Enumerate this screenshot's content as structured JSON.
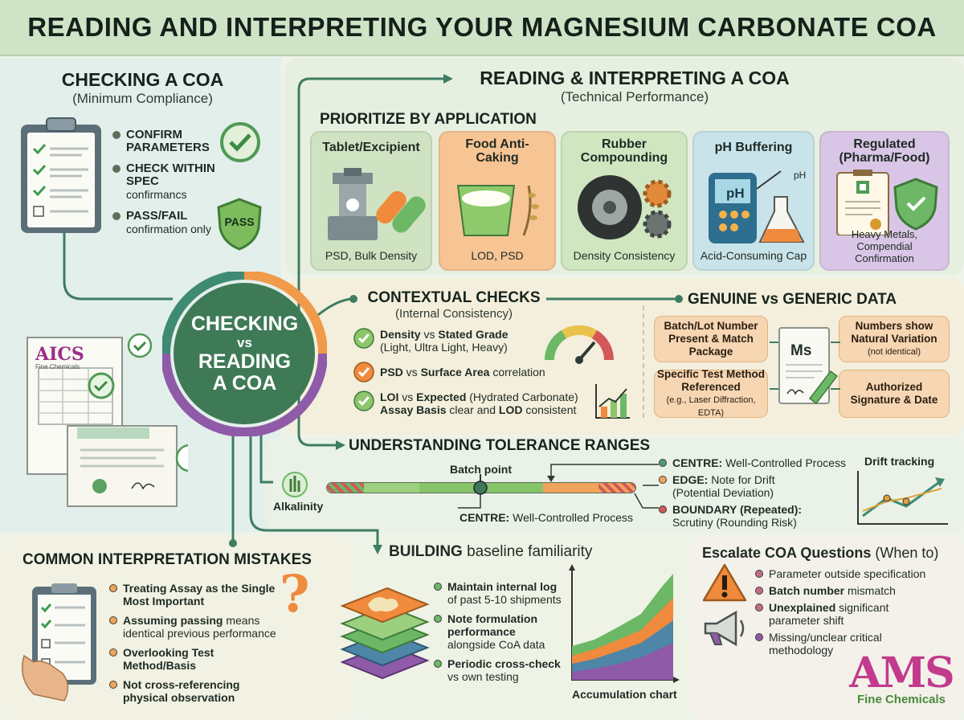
{
  "title": "READING AND INTERPRETING YOUR MAGNESIUM CARBONATE COA",
  "checking": {
    "heading": "CHECKING A COA",
    "sub": "(Minimum Compliance)",
    "items": [
      {
        "bold": "CONFIRM PARAMETERS",
        "rest": ""
      },
      {
        "bold": "CHECK WITHIN SPEC",
        "rest": "confirmancs"
      },
      {
        "bold": "PASS/FAIL",
        "rest": "confirmation only"
      }
    ],
    "badge": "PASS"
  },
  "hub": {
    "line1": "CHECKING",
    "line2": "vs",
    "line3": "READING",
    "line4": "A COA"
  },
  "doc_logo": "AICS",
  "doc_logo_sub": "Fine Chemicals",
  "reading": {
    "heading": "READING & INTERPRETING A COA",
    "sub": "(Technical Performance)"
  },
  "prioritize": {
    "heading": "PRIORITIZE BY APPLICATION",
    "cards": [
      {
        "title": "Tablet/Excipient",
        "caption": "PSD, Bulk Density",
        "color": "#cfe3c3"
      },
      {
        "title": "Food Anti-Caking",
        "caption": "LOD, PSD",
        "color": "#f7c494"
      },
      {
        "title": "Rubber Compounding",
        "caption": "Density Consistency",
        "color": "#cfe6c0"
      },
      {
        "title": "pH Buffering",
        "caption": "Acid-Consuming Cap",
        "color": "#c8e3ea"
      },
      {
        "title": "Regulated (Pharma/Food)",
        "caption": "Heavy Metals, Compendial Confirmation",
        "color": "#d9c6e6"
      }
    ],
    "ph_label": "pH",
    "ph_tag": "pH"
  },
  "contextual": {
    "heading": "CONTEXTUAL CHECKS",
    "sub": "(Internal Consistency)",
    "items": [
      {
        "b1": "Density",
        "t1": " vs ",
        "b2": "Stated Grade",
        "t2": "",
        "line2": "(Light, Ultra Light, Heavy)",
        "color": "#6db36a"
      },
      {
        "b1": "PSD",
        "t1": " vs ",
        "b2": "Surface Area",
        "t2": " correlation",
        "line2": "",
        "color": "#e08a4c"
      },
      {
        "b1": "LOI",
        "t1": " vs ",
        "b2": "Expected",
        "t2": " (Hydrated Carbonate)",
        "line2": "",
        "color": "#6db36a"
      },
      {
        "b1": "Assay Basis",
        "t1": " clear and ",
        "b2": "LOD",
        "t2": " consistent",
        "line2": "",
        "color": ""
      }
    ]
  },
  "genuine": {
    "heading": "GENUINE vs GENERIC DATA",
    "boxes": [
      {
        "text": "Batch/Lot Number Present & Match Package",
        "small": ""
      },
      {
        "text": "Numbers show Natural Variation",
        "small": "(not identical)"
      },
      {
        "text": "Specific Test Method Referenced",
        "small": "(e.g., Laser Diffraction, EDTA)"
      },
      {
        "text": "Authorized Signature & Date",
        "small": ""
      }
    ],
    "doc_label": "Ms"
  },
  "tolerance": {
    "heading": "UNDERSTANDING TOLERANCE RANGES",
    "batch_point": "Batch point",
    "alkalinity": "Alkalinity",
    "centre_bottom_bold": "CENTRE:",
    "centre_bottom_rest": " Well-Controlled Process",
    "legend": [
      {
        "bold": "CENTRE:",
        "rest": " Well-Controlled Process",
        "line2": "",
        "color": "#4f9a78"
      },
      {
        "bold": "EDGE:",
        "rest": " Note for Drift",
        "line2": "(Potential Deviation)",
        "color": "#f0a35a"
      },
      {
        "bold": "BOUNDARY (Repeated):",
        "rest": "",
        "line2": "Scrutiny (Rounding Risk)",
        "color": "#d2585a"
      }
    ],
    "drift": "Drift tracking"
  },
  "mistakes": {
    "heading": "COMMON INTERPRETATION MISTAKES",
    "items": [
      {
        "pre": "",
        "bold": "Treating Assay as the Single Most Important",
        "post": ""
      },
      {
        "pre": "",
        "bold": "Assuming passing",
        "post": " means identical previous performance"
      },
      {
        "pre": "",
        "bold": "Overlooking Test Method/Basis",
        "post": ""
      },
      {
        "pre": "",
        "bold": "Not cross-referencing physical observation",
        "post": ""
      }
    ]
  },
  "baseline": {
    "heading_bold": "BUILDING",
    "heading_rest": " baseline familiarity",
    "items": [
      {
        "bold": "Maintain internal log",
        "rest": "of past 5-10 shipments"
      },
      {
        "bold": "Note formulation performance",
        "rest": "alongside CoA data"
      },
      {
        "bold": "Periodic cross-check",
        "rest": "vs own testing"
      }
    ],
    "chart_label": "Accumulation chart"
  },
  "escalate": {
    "heading_bold": "Escalate COA Questions",
    "heading_rest": " (When to)",
    "items": [
      {
        "bold": "",
        "rest": "Parameter outside specification"
      },
      {
        "bold": "Batch number",
        "rest": " mismatch"
      },
      {
        "bold": "Unexplained",
        "rest": " significant parameter shift"
      },
      {
        "bold": "",
        "rest": "Missing/unclear critical methodology"
      }
    ]
  },
  "brand": {
    "logo": "AMS",
    "name": "Fine Chemicals"
  }
}
